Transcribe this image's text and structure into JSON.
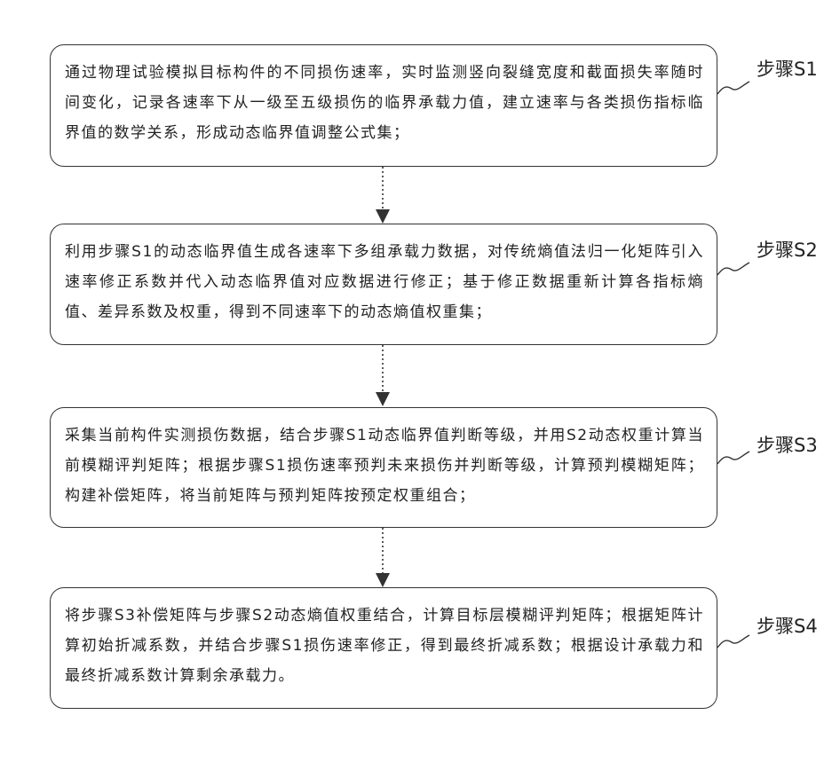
{
  "steps": [
    {
      "label": "步骤S1",
      "text": "通过物理试验模拟目标构件的不同损伤速率，实时监测竖向裂缝宽度和截面损失率随时间变化，记录各速率下从一级至五级损伤的临界承载力值，建立速率与各类损伤指标临界值的数学关系，形成动态临界值调整公式集；"
    },
    {
      "label": "步骤S2",
      "text": "利用步骤S1的动态临界值生成各速率下多组承载力数据，对传统熵值法归一化矩阵引入速率修正系数并代入动态临界值对应数据进行修正；基于修正数据重新计算各指标熵值、差异系数及权重，得到不同速率下的动态熵值权重集；"
    },
    {
      "label": "步骤S3",
      "text": "采集当前构件实测损伤数据，结合步骤S1动态临界值判断等级，并用S2动态权重计算当前模糊评判矩阵；根据步骤S1损伤速率预判未来损伤并判断等级，计算预判模糊矩阵；构建补偿矩阵，将当前矩阵与预判矩阵按预定权重组合；"
    },
    {
      "label": "步骤S4",
      "text": "将步骤S3补偿矩阵与步骤S2动态熵值权重结合，计算目标层模糊评判矩阵；根据矩阵计算初始折减系数，并结合步骤S1损伤速率修正，得到最终折减系数；根据设计承载力和最终折减系数计算剩余承载力。"
    }
  ],
  "colors": {
    "stroke": "#333333",
    "text": "#222222",
    "background": "#ffffff"
  }
}
